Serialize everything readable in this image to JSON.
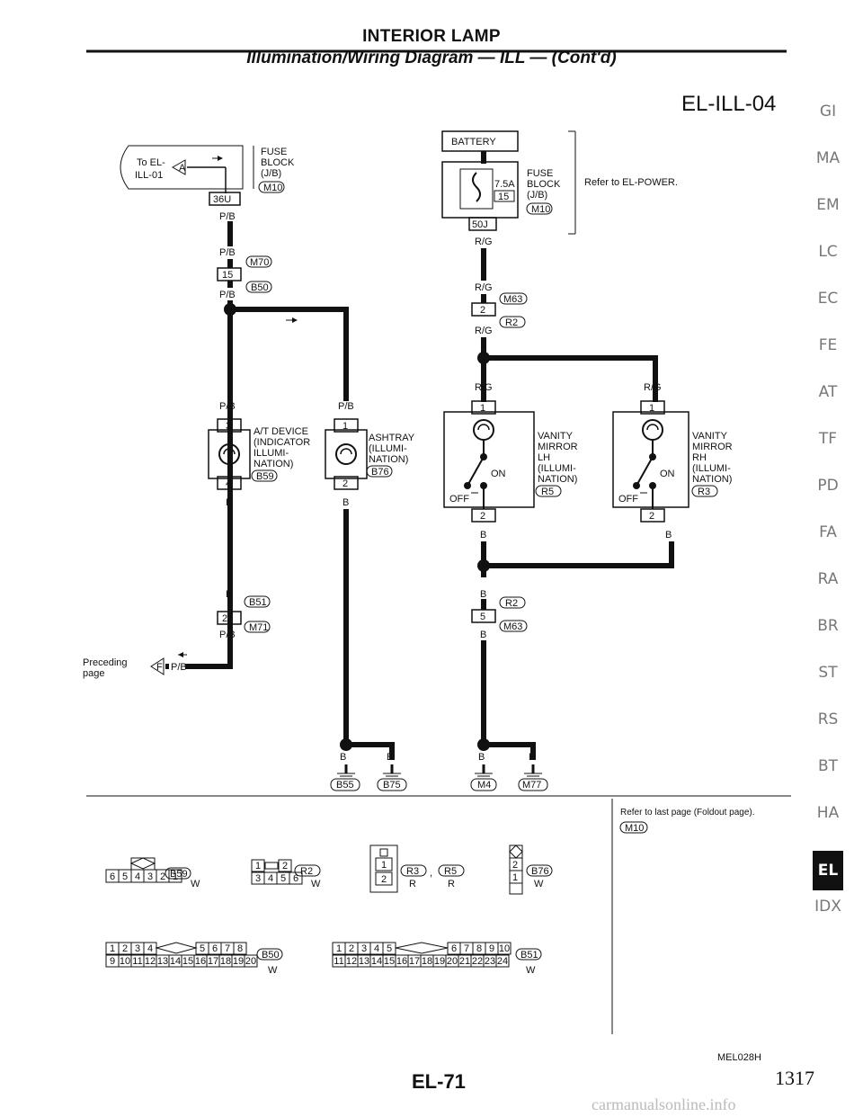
{
  "header": {
    "title": "INTERIOR LAMP",
    "subtitle": "Illumination/Wiring Diagram — ILL — (Cont'd)"
  },
  "diagram_code": "EL-ILL-04",
  "side_tabs": [
    "GI",
    "MA",
    "EM",
    "LC",
    "EC",
    "FE",
    "AT",
    "TF",
    "PD",
    "FA",
    "RA",
    "BR",
    "ST",
    "RS",
    "BT",
    "HA",
    "EL",
    "IDX"
  ],
  "active_tab": "EL",
  "labels": {
    "to_el": "To EL-",
    "ill01": "ILL-01",
    "conn_a": "A",
    "fuse": "FUSE",
    "block": "BLOCK",
    "jb": "(J/B)",
    "m10": "M10",
    "n36u": "36U",
    "pb": "P/B",
    "n15": "15",
    "m70": "M70",
    "b50": "B50",
    "battery": "BATTERY",
    "amp": "7.5A",
    "refer_power": "Refer to EL-POWER.",
    "n50j": "50J",
    "rg": "R/G",
    "n2": "2",
    "m63": "M63",
    "r2": "R2",
    "n3": "3",
    "at1": "A/T DEVICE",
    "at2": "(INDICATOR",
    "at3": "ILLUMI-",
    "at4": "NATION)",
    "n4": "4",
    "b59": "B59",
    "b": "B",
    "n1": "1",
    "as1": "ASHTRAY",
    "as2": "(ILLUMI-",
    "as3": "NATION)",
    "b76": "B76",
    "vm1": "VANITY",
    "vm2": "MIRROR",
    "lh": "LH",
    "il1": "(ILLUMI-",
    "il2": "NATION)",
    "on": "ON",
    "off": "OFF",
    "r5": "R5",
    "rh": "RH",
    "r3": "R3",
    "b51": "B51",
    "n24": "24",
    "m71": "M71",
    "preceding1": "Preceding",
    "preceding2": "page",
    "conn_f": "F",
    "n5": "5",
    "b55": "B55",
    "b75": "B75",
    "m4": "M4",
    "m77": "M77",
    "w": "W",
    "r": "R",
    "comma": ","
  },
  "notes": {
    "foldout": "Refer to last page (Foldout page).",
    "m10": "M10"
  },
  "conn_b59_pins": [
    "6",
    "5",
    "4",
    "3",
    "2",
    "1"
  ],
  "conn_r2_pins": [
    "1",
    "2",
    "3",
    "4",
    "5",
    "6"
  ],
  "conn_b50_top": [
    "1",
    "2",
    "3",
    "4",
    "5",
    "6",
    "7",
    "8"
  ],
  "conn_b50_bot": [
    "9",
    "10",
    "11",
    "12",
    "13",
    "14",
    "15",
    "16",
    "17",
    "18",
    "19",
    "20"
  ],
  "conn_b51_top": [
    "1",
    "2",
    "3",
    "4",
    "5",
    "6",
    "7",
    "8",
    "9",
    "10"
  ],
  "conn_b51_bot": [
    "11",
    "12",
    "13",
    "14",
    "15",
    "16",
    "17",
    "18",
    "19",
    "20",
    "21",
    "22",
    "23",
    "24"
  ],
  "footer": {
    "figure_id": "MEL028H",
    "page": "EL-71",
    "page_number": "1317",
    "watermark": "carmanualsonline.info"
  }
}
